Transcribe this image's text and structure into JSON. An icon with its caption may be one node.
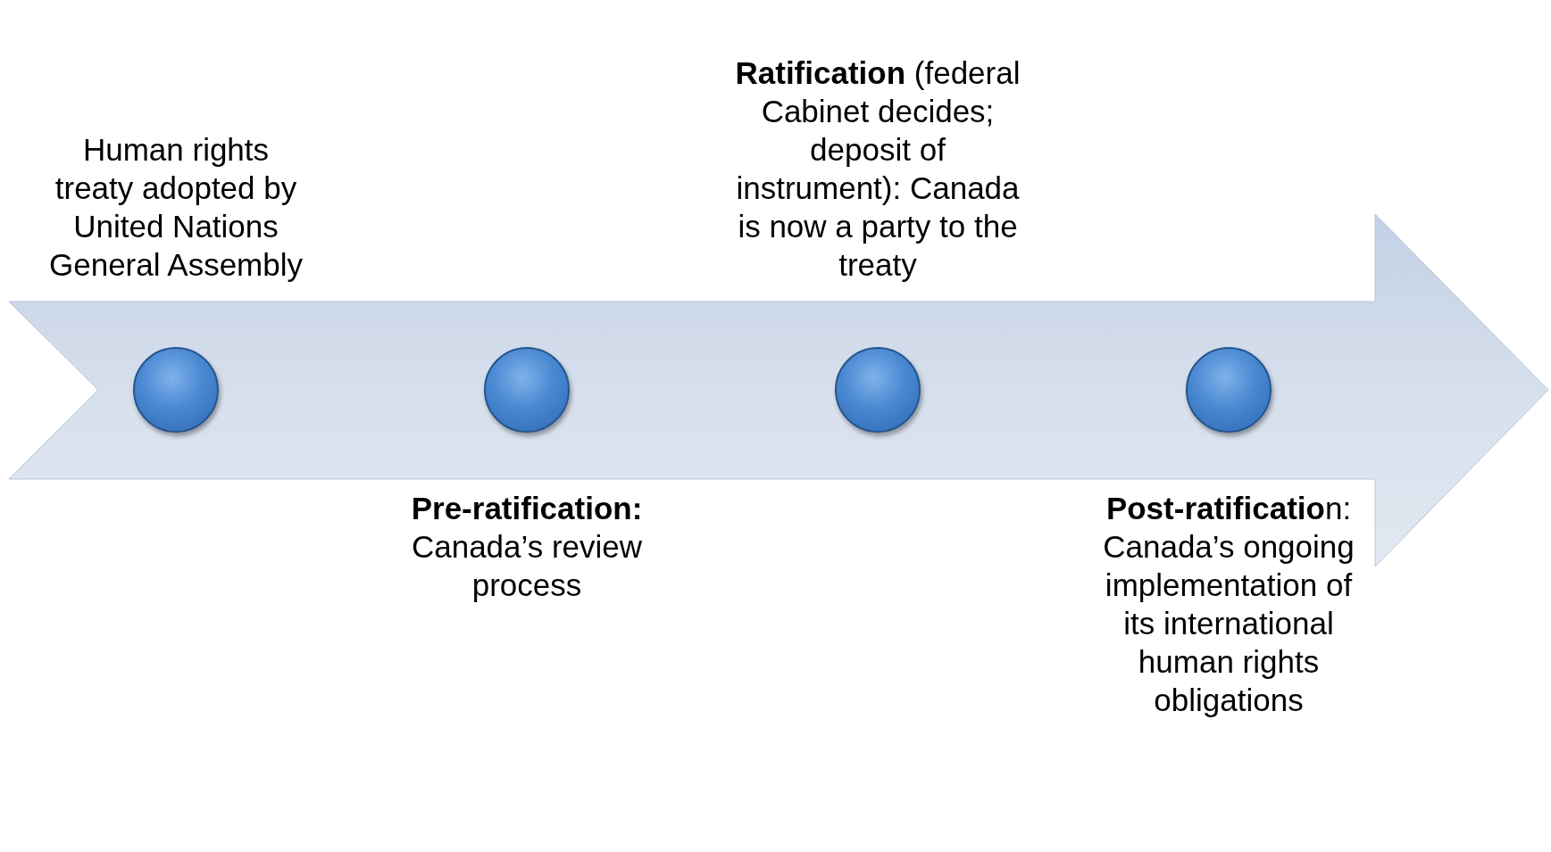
{
  "diagram": {
    "nodes": [
      {
        "text": [],
        "shape": "circle",
        "beside": [
          "Human rights treaty adopted by United Nations General Assembly"
        ]
      },
      {
        "text": [],
        "shape": "circle",
        "beside": [
          "**Pre-ratification:** Canada’s review process"
        ]
      },
      {
        "text": [],
        "shape": "circle",
        "beside": [
          "**Ratification** (federal Cabinet decides; deposit of instrument): Canada is now a party to the treaty"
        ]
      },
      {
        "text": [],
        "shape": "circle",
        "beside": [
          "**Post-ratificatio**n: Canada’s ongoing implementation of its international human rights obligations"
        ]
      }
    ]
  }
}
